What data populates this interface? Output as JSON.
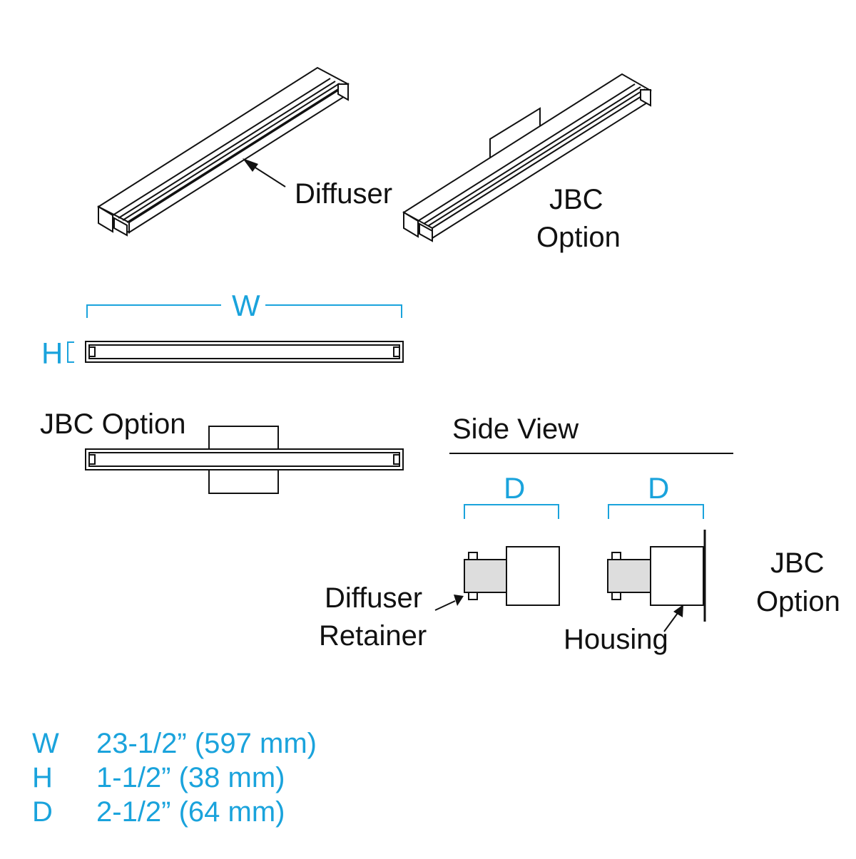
{
  "labels": {
    "diffuser": "Diffuser",
    "jbc_top_line1": "JBC",
    "jbc_top_line2": "Option",
    "jbc_front": "JBC Option",
    "side_view": "Side View",
    "diffuser_retainer_line1": "Diffuser",
    "diffuser_retainer_line2": "Retainer",
    "housing": "Housing",
    "jbc_side_line1": "JBC",
    "jbc_side_line2": "Option"
  },
  "dimension_labels": {
    "width": "W",
    "height": "H",
    "depth_left": "D",
    "depth_right": "D"
  },
  "specs": [
    {
      "key": "W",
      "value": "23-1/2” (597 mm)"
    },
    {
      "key": "H",
      "value": "1-1/2” (38 mm)"
    },
    {
      "key": "D",
      "value": "2-1/2” (64 mm)"
    }
  ],
  "colors": {
    "line": "#111111",
    "dimension": "#1aa3dc",
    "diffuser_fill": "#dddddd"
  }
}
